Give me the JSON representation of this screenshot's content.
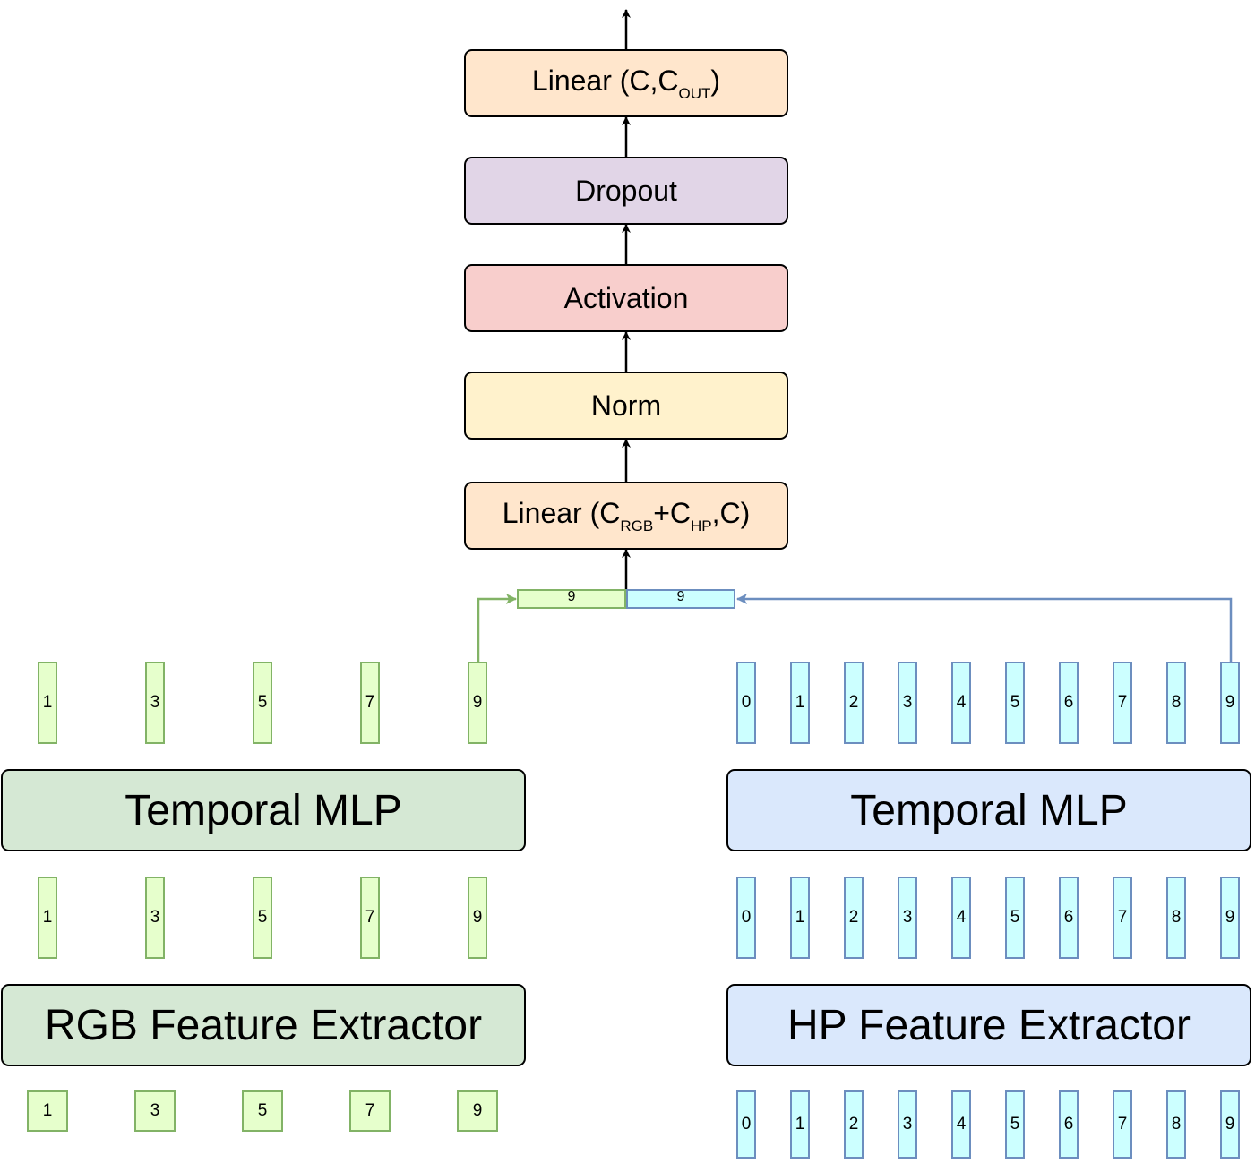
{
  "colors": {
    "rgb_fill": "#d5e8d4",
    "rgb_border": "#82b366",
    "rgb_token_fill": "#e6ffcc",
    "hp_fill": "#dae8fc",
    "hp_border": "#6c8ebf",
    "hp_token_fill": "#ccffff",
    "linear_fill": "#ffe6cc",
    "dropout_fill": "#e1d5e7",
    "activation_fill": "#f8cecc",
    "norm_fill": "#fff2cc"
  },
  "head": {
    "linear_out": {
      "text": "Linear (C,C",
      "sub": "OUT",
      "end": ")"
    },
    "dropout": "Dropout",
    "activation": "Activation",
    "norm": "Norm",
    "linear_in": {
      "text": "Linear (C",
      "sub1": "RGB",
      "mid": "+C",
      "sub2": "HP",
      "end": ",C)"
    }
  },
  "concat": {
    "rgb_label": "9",
    "hp_label": "9"
  },
  "rgb_branch": {
    "temporal_mlp": "Temporal MLP",
    "extractor": "RGB Feature Extractor",
    "frames": [
      "1",
      "3",
      "5",
      "7",
      "9"
    ]
  },
  "hp_branch": {
    "temporal_mlp": "Temporal MLP",
    "extractor": "HP Feature Extractor",
    "frames": [
      "0",
      "1",
      "2",
      "3",
      "4",
      "5",
      "6",
      "7",
      "8",
      "9"
    ]
  }
}
